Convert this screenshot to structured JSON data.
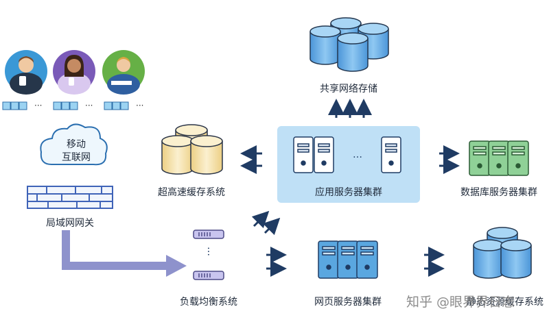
{
  "labels": {
    "mobile_internet": "移动\n互联网",
    "local_gateway": "局域网网关",
    "cache_system": "超高速缓存系统",
    "app_server_cluster": "应用服务器集群",
    "shared_storage": "共享网络存储",
    "database_cluster": "数据库服务器集群",
    "load_balancer": "负载均衡系统",
    "web_server_cluster": "网页服务器集群",
    "static_cache": "静态资源缓存系统",
    "ellipsis": "…",
    "users_ellipsis": "···"
  },
  "watermark": "知乎 @眼界界日志",
  "colors": {
    "server_blue": "#5aa7e0",
    "server_green": "#7fc98a",
    "cache_yellow": "#f6e1a8",
    "cluster_bg": "#bfe0f6",
    "arrow_navy": "#1f3b63",
    "lan_arrow": "#8e92cc",
    "firewall": "#3f63b8"
  },
  "icons": [
    "user-avatar",
    "phone-icon",
    "cloud-icon",
    "firewall-icon",
    "cache-cylinder-icon",
    "server-icon",
    "database-cylinder-icon",
    "load-balancer-icon",
    "arrow-icon"
  ]
}
